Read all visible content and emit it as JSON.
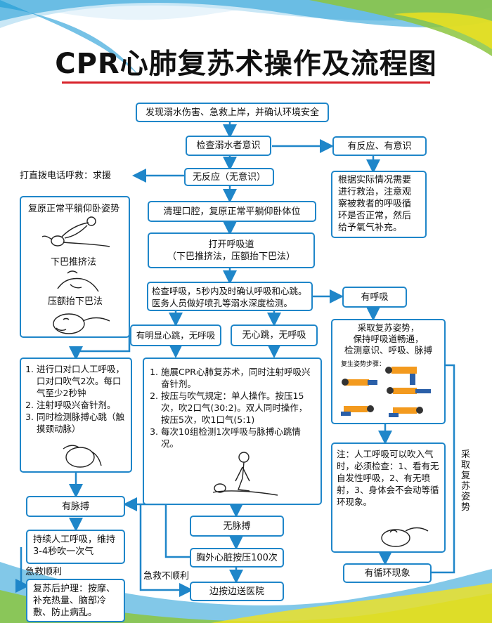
{
  "title": "CPR心肺复苏术操作及流程图",
  "colors": {
    "box_border": "#1f86c9",
    "arrow": "#1f86c9",
    "rule": "#d8222a",
    "wave_blue": "#1b9ad6",
    "wave_green": "#8cc63f"
  },
  "nodes": {
    "discover": "发现溺水伤害、急救上岸，并确认环境安全",
    "check_consciousness": "检查溺水者意识",
    "responsive": "有反应、有意识",
    "responsive_note": "根据实际情况需要进行救治，注意观察被救者的呼吸循环是否正常，然后给予氧气补充。",
    "call_help": "打直拨电话呼救：求援",
    "unresponsive": "无反应（无意识）",
    "clear_mouth": "清理口腔，复原正常平躺仰卧体位",
    "open_airway_1": "打开呼吸道",
    "open_airway_2": "（下巴推挤法，压额抬下巴法）",
    "check_breathing_1": "检查呼吸，5秒内及时确认呼吸和心跳。",
    "check_breathing_2": "医务人员做好喷孔等溺水深度检测。",
    "has_breathing": "有呼吸",
    "pulse_no_breath": "有明显心跳，无呼吸",
    "no_pulse_no_breath": "无心跳，无呼吸",
    "recovery_1": "采取复苏姿势，",
    "recovery_2": "保持呼吸道畅通，",
    "recovery_3": "检测意识、呼吸、脉搏",
    "recovery_steps_label": "复生姿势步骤：",
    "posture_panel_title": "复原正常平躺仰卧姿势",
    "posture_jaw_thrust": "下巴推挤法",
    "posture_head_tilt": "压额抬下巴法",
    "rescue_breath_steps": [
      "进行口对口人工呼吸，口对口吹气2次。每口气至少2秒钟",
      "注射呼吸兴奋针剂。",
      "同时检测脉搏心跳（触摸颈动脉）"
    ],
    "cpr_steps": [
      "施展CPR心肺复苏术，同时注射呼吸兴奋针剂。",
      "按压与吹气规定：单人操作。按压15次，吹2口气(30:2)。双人同时操作，按压5次，吹1口气(5:1)",
      "每次10组检测1次呼吸与脉搏心跳情况。"
    ],
    "note_text": "注：人工呼吸可以吹入气时，必须检查：1、看有无自发性呼吸，2、有无喷射，3、身体会不会动等循环现象。",
    "has_pulse": "有脉搏",
    "continue_breathing": "持续人工呼吸，维持3-4秒吹一次气",
    "no_pulse": "无脉搏",
    "chest_compression": "胸外心脏按压100次",
    "to_hospital": "边按边送医院",
    "has_circulation": "有循环现象",
    "post_care": "复苏后护理：按摩、补充热量、脑部冷敷、防止病乱。"
  },
  "labels": {
    "rescue_ok": "急救顺利",
    "rescue_not_ok": "急救不顺利",
    "recovery_vertical": "采取复苏姿势"
  }
}
